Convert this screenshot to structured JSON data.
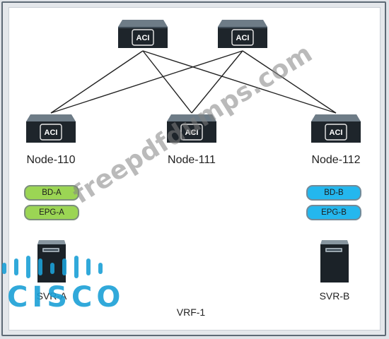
{
  "diagram": {
    "spine_badge": "ACI",
    "leaf_badge": "ACI",
    "nodes": [
      {
        "label": "Node-110"
      },
      {
        "label": "Node-111"
      },
      {
        "label": "Node-112"
      }
    ],
    "left_stack": {
      "bd": "BD-A",
      "epg": "EPG-A"
    },
    "right_stack": {
      "bd": "BD-B",
      "epg": "EPG-B"
    },
    "servers": [
      {
        "label": "SVR-A"
      },
      {
        "label": "SVR-B"
      }
    ],
    "vrf_label": "VRF-1",
    "watermark": "freepdfdumps.com",
    "logo_text": "CISCO",
    "colors": {
      "bd_epg_a": "#9bd554",
      "bd_epg_b": "#24b7ee"
    }
  }
}
